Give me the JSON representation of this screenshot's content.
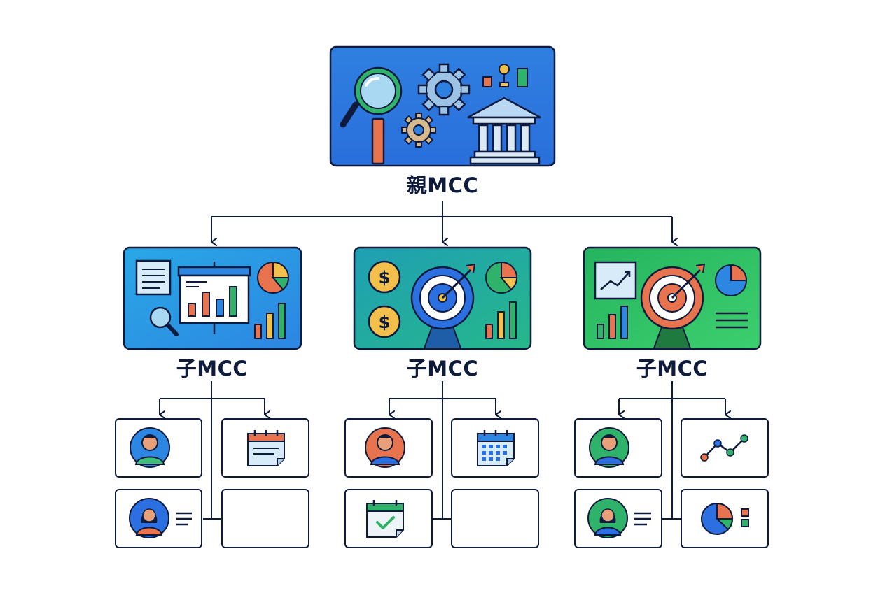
{
  "parent": {
    "label": "親MCC",
    "icons": [
      "magnifier-icon",
      "gear-icon",
      "bank-building-icon",
      "bar-chart-icon"
    ],
    "colors": {
      "fill_top": "#2f7fe0",
      "fill_bottom": "#2a6fdc",
      "border": "#0f1b3d"
    }
  },
  "children": [
    {
      "label": "子MCC",
      "colors": {
        "fill_top": "#2aa8e6",
        "fill_bottom": "#2c86e2"
      },
      "icons": [
        "document-icon",
        "presentation-board-icon",
        "pie-chart-icon",
        "magnifier-icon",
        "bar-chart-icon"
      ],
      "accounts": [
        "user-avatar-icon",
        "calendar-notes-icon",
        "user-avatar-list-icon",
        "empty-card"
      ]
    },
    {
      "label": "子MCC",
      "colors": {
        "fill_top": "#1f9fb4",
        "fill_bottom": "#26b88a"
      },
      "icons": [
        "dollar-coin-icon",
        "dollar-coin-icon",
        "target-icon",
        "pie-chart-icon",
        "bar-chart-icon"
      ],
      "accounts": [
        "user-avatar-icon",
        "calendar-grid-icon",
        "calendar-check-icon",
        "empty-card"
      ]
    },
    {
      "label": "子MCC",
      "colors": {
        "fill_top": "#25b45e",
        "fill_bottom": "#3ccf6e"
      },
      "icons": [
        "line-chart-frame-icon",
        "target-icon",
        "pie-chart-icon",
        "bar-chart-icon",
        "text-lines-icon"
      ],
      "accounts": [
        "user-avatar-icon",
        "line-graph-icon",
        "user-avatar-list-icon",
        "pie-legend-icon"
      ]
    }
  ],
  "line_color": "#0f1b3d"
}
